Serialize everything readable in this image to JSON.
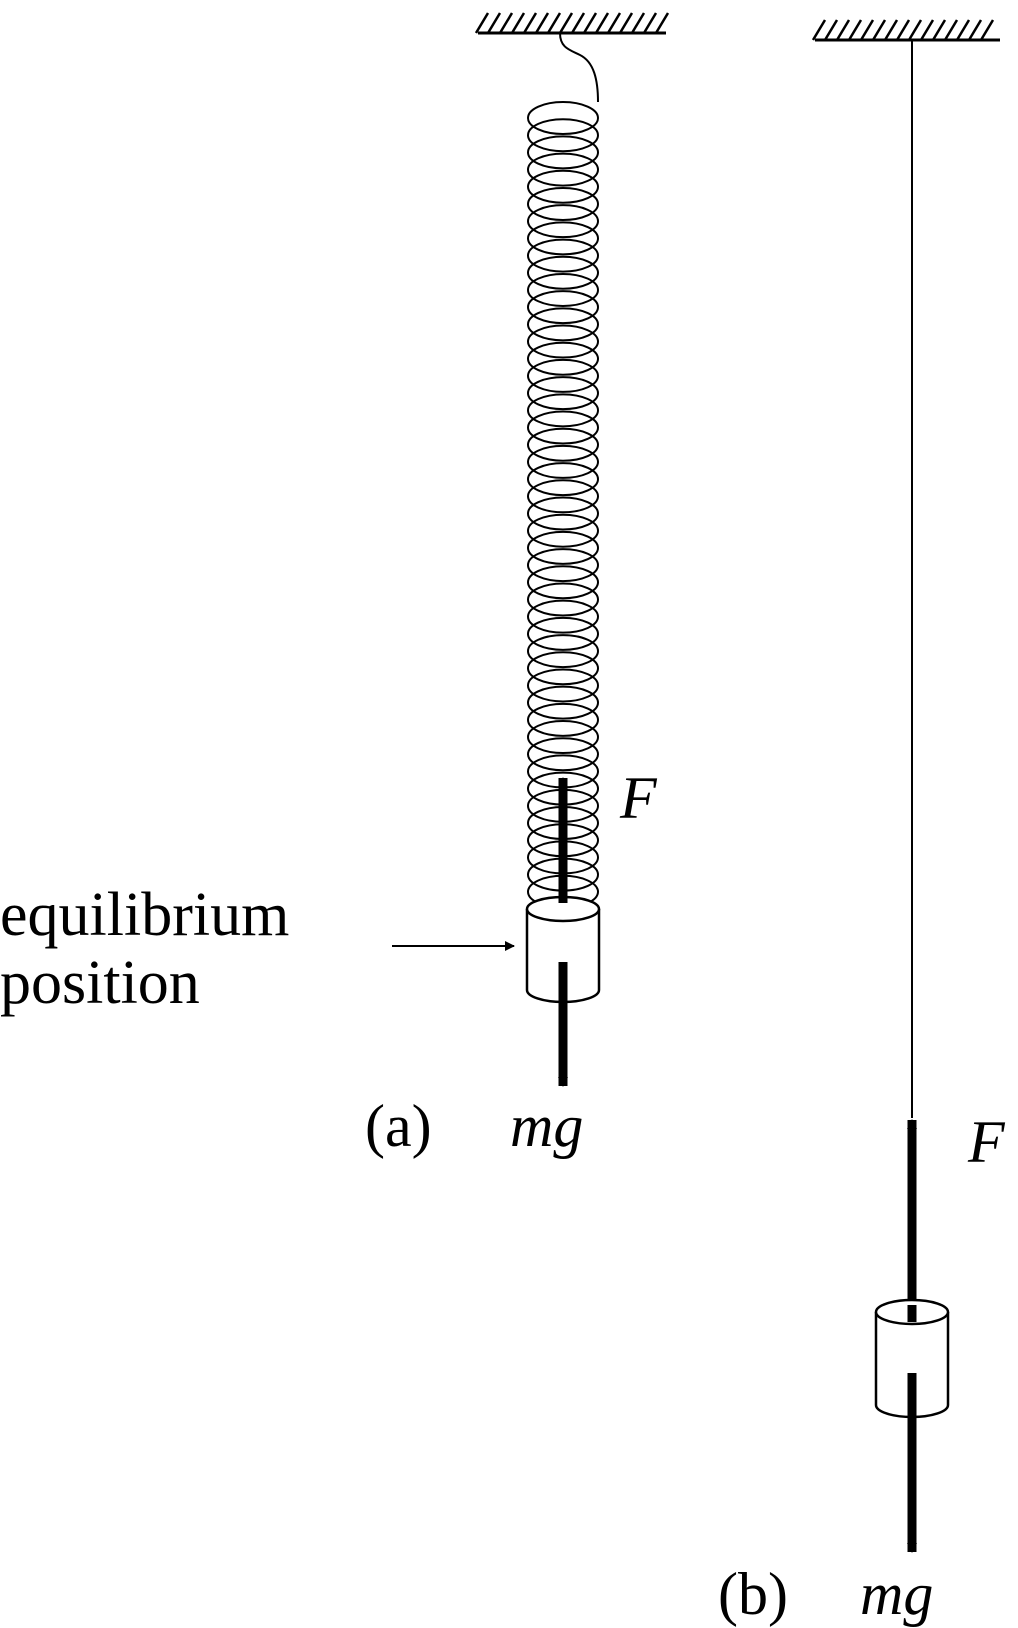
{
  "figure_a": {
    "panel_label": "(a)",
    "spring_force_label": "F",
    "weight_label": "mg",
    "equilibrium_label_line1": "equilibrium",
    "equilibrium_label_line2": "position"
  },
  "figure_b": {
    "panel_label": "(b)",
    "tension_force_label": "F",
    "weight_label": "mg"
  },
  "colors": {
    "ink": "#000000",
    "background": "#ffffff"
  }
}
